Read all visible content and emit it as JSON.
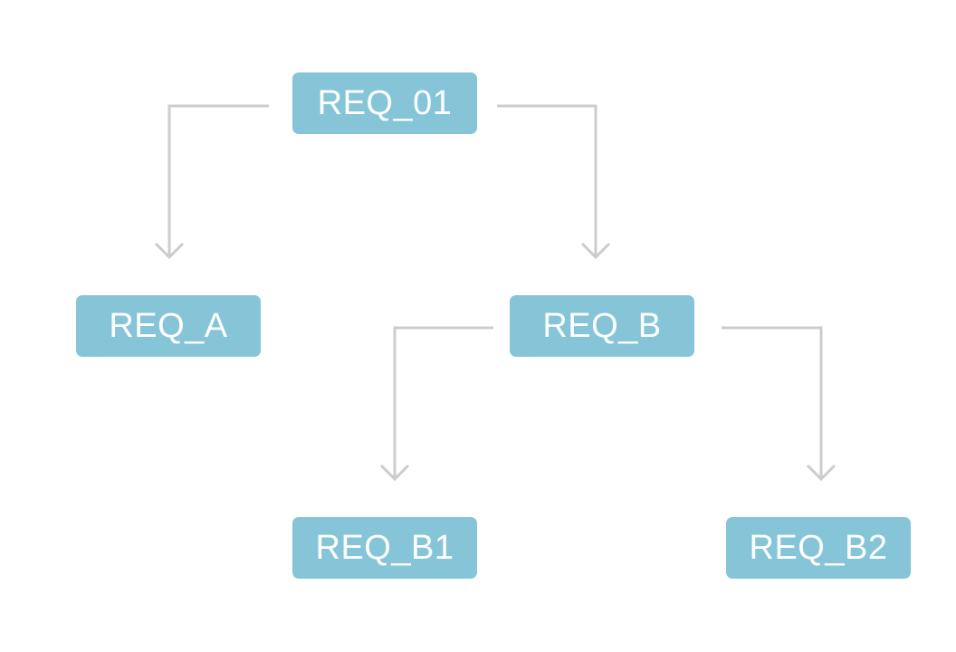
{
  "colors": {
    "node_fill": "#86c5d8",
    "node_text": "#ffffff",
    "connector": "#cccccc",
    "background": "#ffffff"
  },
  "nodes": {
    "root": {
      "label": "REQ_01"
    },
    "a": {
      "label": "REQ_A"
    },
    "b": {
      "label": "REQ_B"
    },
    "b1": {
      "label": "REQ_B1"
    },
    "b2": {
      "label": "REQ_B2"
    }
  },
  "edges": [
    {
      "from": "REQ_01",
      "to": "REQ_A"
    },
    {
      "from": "REQ_01",
      "to": "REQ_B"
    },
    {
      "from": "REQ_B",
      "to": "REQ_B1"
    },
    {
      "from": "REQ_B",
      "to": "REQ_B2"
    }
  ]
}
